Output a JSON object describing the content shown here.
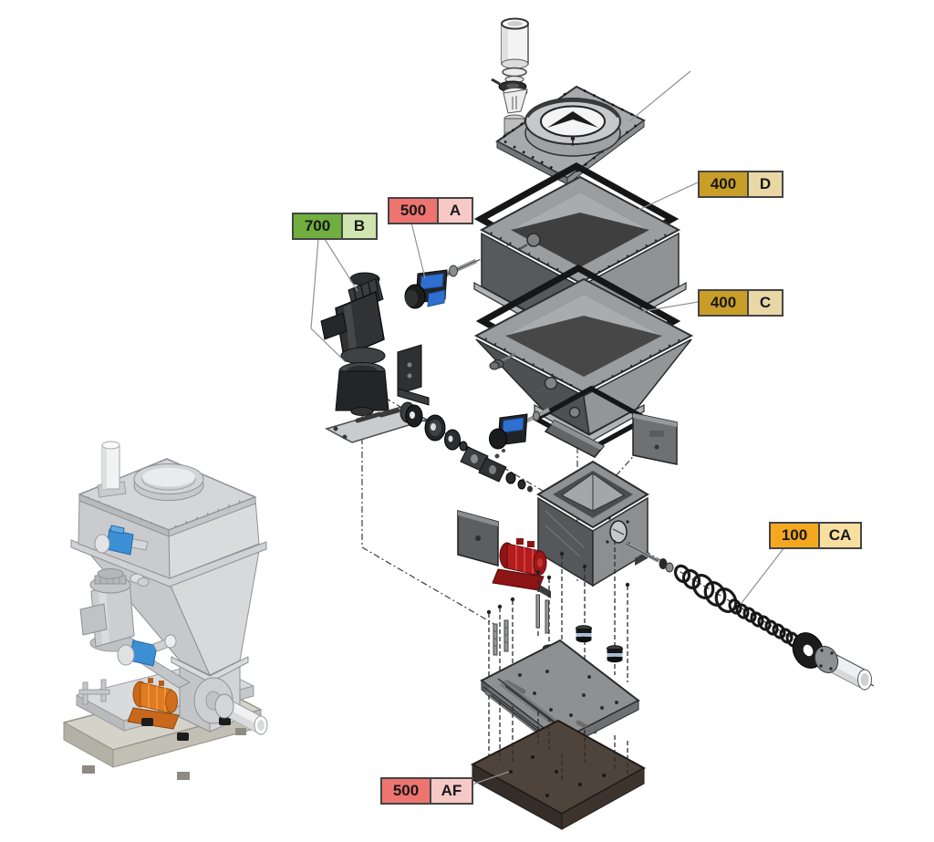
{
  "diagram": {
    "type": "exploded-view-parts-diagram",
    "background": "#ffffff",
    "leader_line_color": "#8f9194",
    "label_border_color": "#454545",
    "label_text_color": "#181818"
  },
  "callouts": [
    {
      "code": "700",
      "suffix": "B",
      "code_bg": "#6fae3f",
      "suffix_bg": "#cfe4af",
      "target": "drive-motor-gearbox"
    },
    {
      "code": "500",
      "suffix": "A",
      "code_bg": "#ee7470",
      "suffix_bg": "#f6c9c7",
      "target": "rotary-level-sensor"
    },
    {
      "code": "400",
      "suffix": "D",
      "code_bg": "#c99e28",
      "suffix_bg": "#e9d8a6",
      "target": "extension-module"
    },
    {
      "code": "400",
      "suffix": "C",
      "code_bg": "#c99e28",
      "suffix_bg": "#e9d8a6",
      "target": "hopper"
    },
    {
      "code": "100",
      "suffix": "CA",
      "code_bg": "#f3a81f",
      "suffix_bg": "#f8df9f",
      "target": "feed-screw"
    },
    {
      "code": "500",
      "suffix": "AF",
      "code_bg": "#ee7470",
      "suffix_bg": "#f6c9c7",
      "target": "base-block"
    }
  ],
  "parts": [
    "vent-filter-stack",
    "top-cover-plate",
    "flange-gasket",
    "extension-module-400D",
    "hopper-400C",
    "rotary-level-sensor-500A",
    "drive-motor-gearbox-700B",
    "coupling-disc-set",
    "feeder-trough",
    "vibration-motor",
    "access-panel",
    "feed-screw-100CA",
    "discharge-tube",
    "mounting-plate",
    "vibration-isolator",
    "base-block-500AF",
    "assembled-machine-preview"
  ],
  "accent_colors": {
    "sensor_blue": "#3d8fd4",
    "vibration_motor_red": "#b41d1d",
    "vibration_motor_orange": "#e07b1f",
    "base_block_brown": "#4e443c"
  }
}
